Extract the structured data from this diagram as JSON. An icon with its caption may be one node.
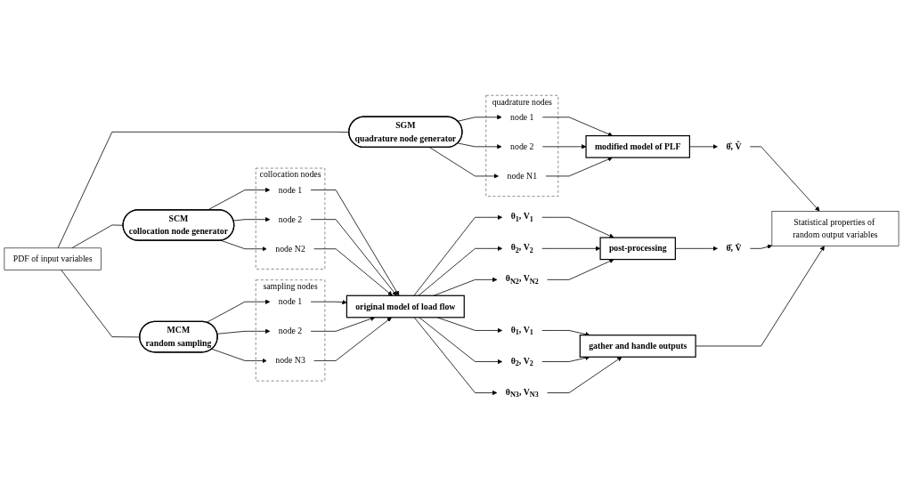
{
  "diagram": {
    "nodes": [
      {
        "text": [
          "PDF of input variables"
        ]
      },
      {
        "text": [
          "SGM",
          "quadrature node generator"
        ]
      },
      {
        "text": [
          "quadrature nodes"
        ]
      },
      {
        "text": [
          "node 1"
        ],
        "in": 2
      },
      {
        "text": [
          "node 2"
        ],
        "in": 2
      },
      {
        "text": [
          "node N1"
        ],
        "in": 2
      },
      {
        "text": [
          "SCM",
          "collocation node generator"
        ]
      },
      {
        "text": [
          "collocation nodes"
        ]
      },
      {
        "text": [
          "node 1"
        ],
        "in": 7
      },
      {
        "text": [
          "node 2"
        ],
        "in": 7
      },
      {
        "text": [
          "node N2"
        ],
        "in": 7
      },
      {
        "text": [
          "MCM",
          "random sampling"
        ]
      },
      {
        "text": [
          "sampling nodes"
        ]
      },
      {
        "text": [
          "node 1"
        ],
        "in": 12
      },
      {
        "text": [
          "node 2"
        ],
        "in": 12
      },
      {
        "text": [
          "node N3"
        ],
        "in": 12
      },
      {
        "text": [
          "modified model of PLF"
        ]
      },
      {
        "text": [
          "original model of load flow"
        ]
      },
      {
        "text": [
          "θ̂, V̂"
        ]
      },
      {
        "text": [
          "θ$_{1}$, V$_{1}$"
        ]
      },
      {
        "text": [
          "θ$_{2}$, V$_{2}$"
        ]
      },
      {
        "text": [
          "θ$_{N2}$, V$_{N2}$"
        ]
      },
      {
        "text": [
          "post-processing"
        ]
      },
      {
        "text": [
          "θ̂, V̂"
        ]
      },
      {
        "text": [
          "θ$_{1}$, V$_{1}$"
        ]
      },
      {
        "text": [
          "θ$_{2}$, V$_{2}$"
        ]
      },
      {
        "text": [
          "θ$_{N3}$, V$_{N3}$"
        ]
      },
      {
        "text": [
          "gather and handle outputs"
        ]
      },
      {
        "text": [
          "Statistical properties of random output variables"
        ]
      }
    ],
    "edges": [
      {
        "from": 0,
        "to": 1,
        "arrow": "none"
      },
      {
        "from": 1,
        "to": 3,
        "arrow": "to"
      },
      {
        "from": 1,
        "to": 4,
        "arrow": "to"
      },
      {
        "from": 1,
        "to": 5,
        "arrow": "to"
      },
      {
        "from": 3,
        "to": 16,
        "arrow": "to"
      },
      {
        "from": 4,
        "to": 16,
        "arrow": "to"
      },
      {
        "from": 5,
        "to": 16,
        "arrow": "to"
      },
      {
        "from": 16,
        "to": 18,
        "arrow": "to"
      },
      {
        "from": 18,
        "to": 28,
        "arrow": "to"
      },
      {
        "from": 0,
        "to": 6,
        "arrow": "none"
      },
      {
        "from": 6,
        "to": 8,
        "arrow": "to"
      },
      {
        "from": 6,
        "to": 9,
        "arrow": "to"
      },
      {
        "from": 6,
        "to": 10,
        "arrow": "to"
      },
      {
        "from": 8,
        "to": 17,
        "arrow": "to"
      },
      {
        "from": 9,
        "to": 17,
        "arrow": "to"
      },
      {
        "from": 10,
        "to": 17,
        "arrow": "to"
      },
      {
        "from": 0,
        "to": 11,
        "arrow": "none"
      },
      {
        "from": 11,
        "to": 13,
        "arrow": "to"
      },
      {
        "from": 11,
        "to": 14,
        "arrow": "to"
      },
      {
        "from": 11,
        "to": 15,
        "arrow": "to"
      },
      {
        "from": 13,
        "to": 17,
        "arrow": "to"
      },
      {
        "from": 14,
        "to": 17,
        "arrow": "to"
      },
      {
        "from": 15,
        "to": 17,
        "arrow": "to"
      },
      {
        "from": 17,
        "to": 19,
        "arrow": "to"
      },
      {
        "from": 17,
        "to": 20,
        "arrow": "to"
      },
      {
        "from": 17,
        "to": 21,
        "arrow": "to"
      },
      {
        "from": 17,
        "to": 24,
        "arrow": "to"
      },
      {
        "from": 17,
        "to": 25,
        "arrow": "to"
      },
      {
        "from": 17,
        "to": 26,
        "arrow": "to"
      },
      {
        "from": 19,
        "to": 22,
        "arrow": "to"
      },
      {
        "from": 20,
        "to": 22,
        "arrow": "to"
      },
      {
        "from": 21,
        "to": 22,
        "arrow": "to"
      },
      {
        "from": 22,
        "to": 23,
        "arrow": "to"
      },
      {
        "from": 23,
        "to": 28,
        "arrow": "to"
      },
      {
        "from": 24,
        "to": 27,
        "arrow": "to"
      },
      {
        "from": 25,
        "to": 27,
        "arrow": "to"
      },
      {
        "from": 26,
        "to": 27,
        "arrow": "to"
      },
      {
        "from": 27,
        "to": 28,
        "arrow": "to"
      }
    ]
  }
}
